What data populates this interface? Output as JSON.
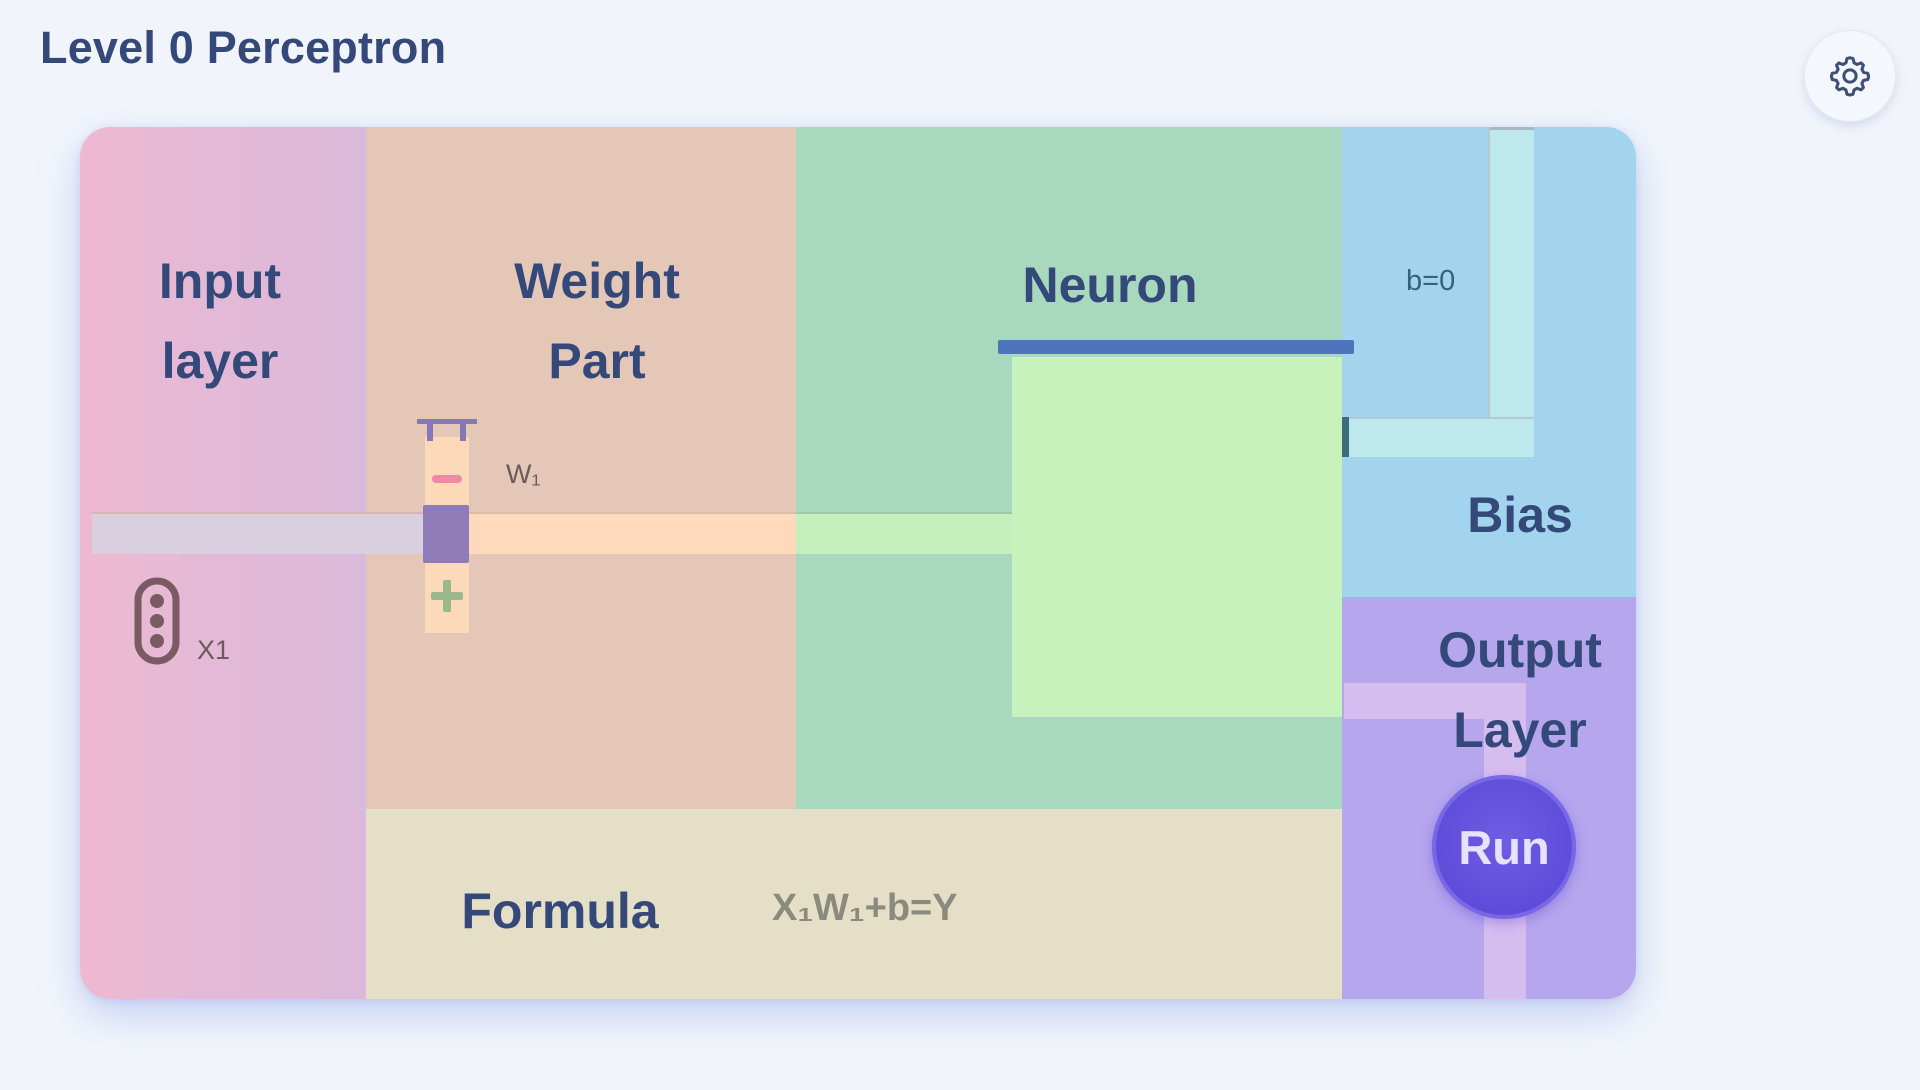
{
  "page": {
    "title": "Level 0 Perceptron"
  },
  "toolbar": {
    "settings_icon": "gear-icon"
  },
  "board": {
    "input_label_line1": "Input",
    "input_label_line2": "layer",
    "weight_label_line1": "Weight",
    "weight_label_line2": "Part",
    "neuron_label": "Neuron",
    "bias_label": "Bias",
    "output_label_line1": "Output",
    "output_label_line2": "Layer",
    "formula_label": "Formula",
    "formula_text": "X₁W₁+b=Y",
    "input_name": "X1",
    "weight_name": "W₁",
    "bias_value": "b=0",
    "run_label": "Run"
  },
  "colors": {
    "title": "#35487a",
    "input_zone": "#e4b9d6",
    "weight_zone": "#e5c7b8",
    "neuron_zone": "#a8d9bf",
    "bias_zone": "#a2d4ee",
    "output_zone": "#b6a6ee",
    "formula_zone": "#e6dfc8",
    "run_button": "#5e4bd9"
  },
  "icons": {
    "input_node": "input-node-icon",
    "minus": "minus-icon",
    "plus": "plus-icon"
  }
}
